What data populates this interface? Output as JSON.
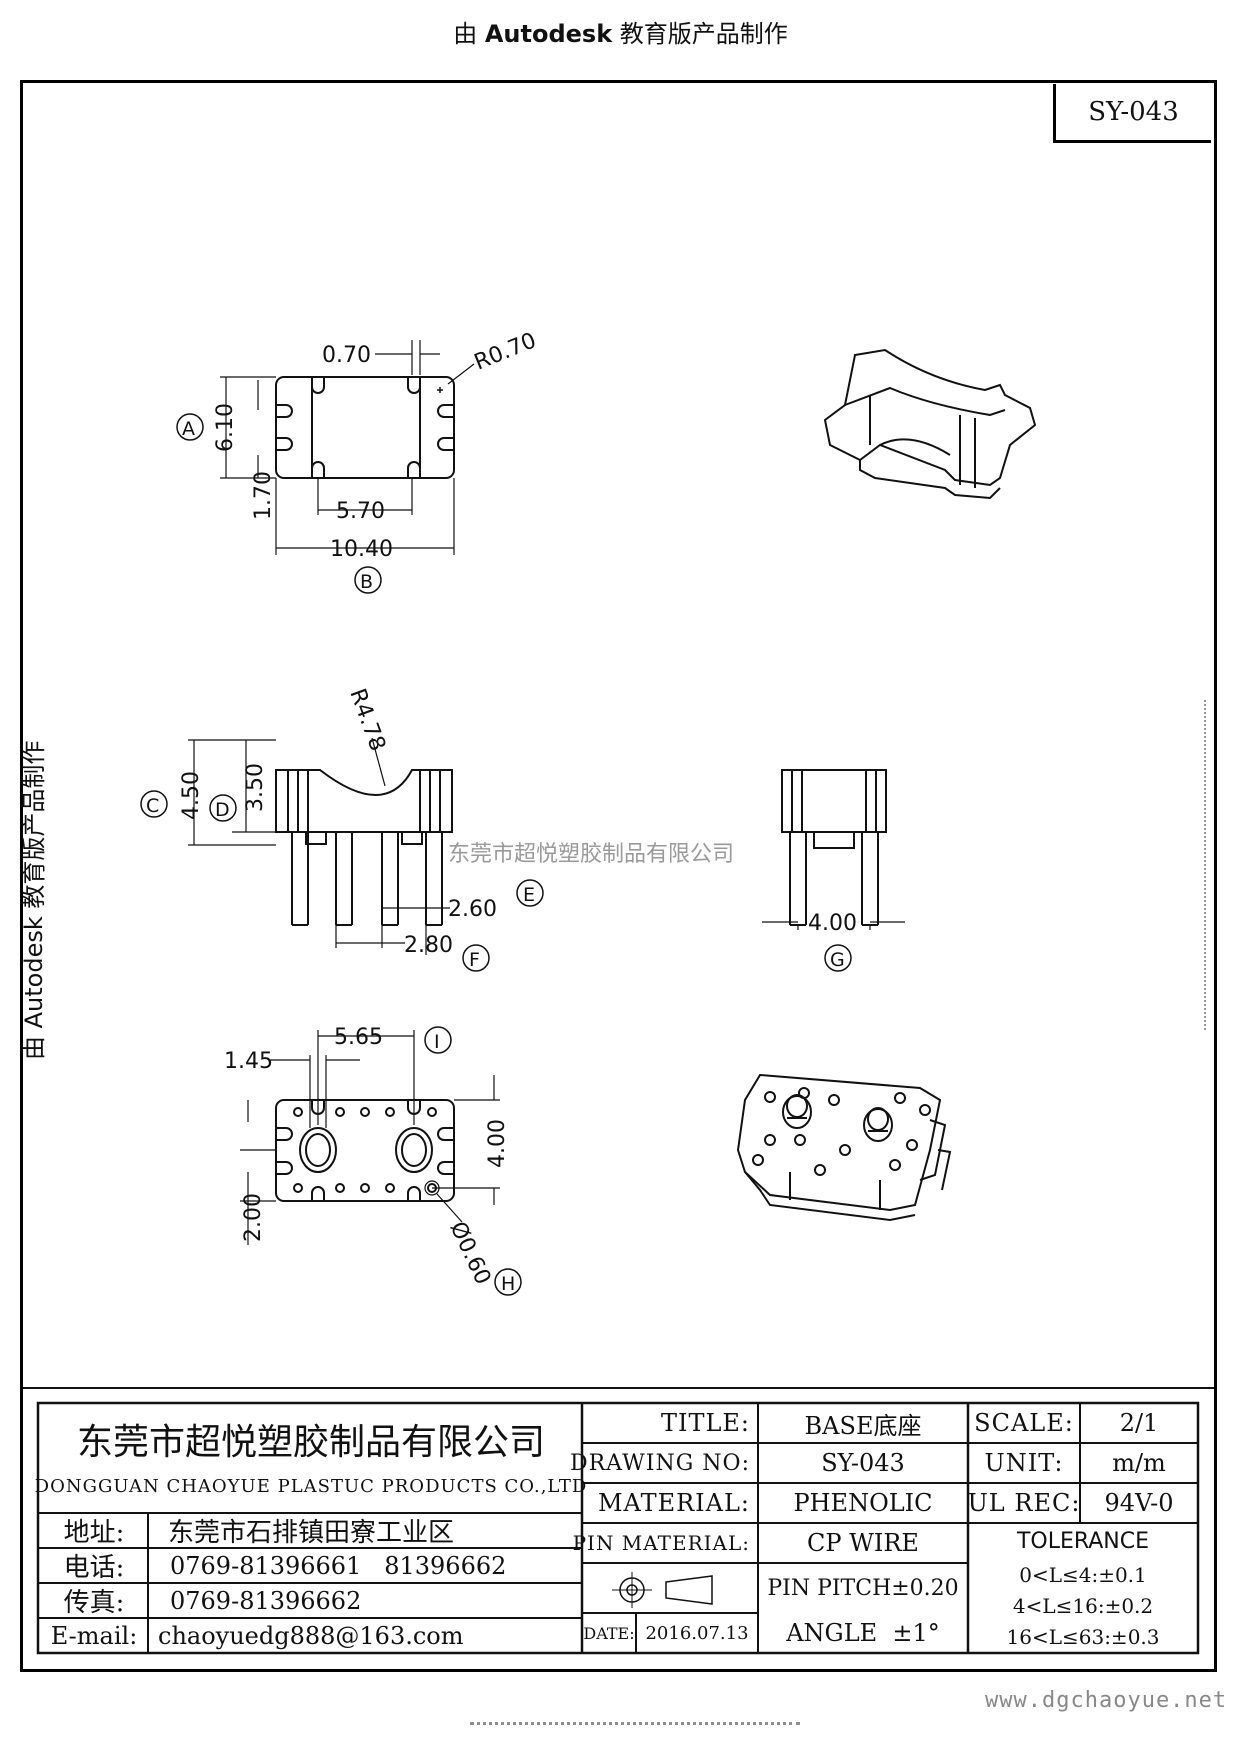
{
  "watermark": {
    "top_prefix": "由",
    "top_brand": "Autodesk",
    "top_suffix": "教育版产品制作",
    "left_text": "由 Autodesk 教育版产品制作",
    "center_text": "东莞市超悦塑胶制品有限公司",
    "website": "www.dgchaoyue.net"
  },
  "part_number": "SY-043",
  "dimensions": {
    "top_view": {
      "d1": "0.70",
      "d2": "R0.70",
      "d3": "6.10",
      "d4": "1.70",
      "d5": "5.70",
      "d6": "10.40",
      "mark_a": "A",
      "mark_b": "B"
    },
    "front_view": {
      "d1": "R4.78",
      "d2": "4.50",
      "d3": "3.50",
      "d4": "2.60",
      "d5": "2.80",
      "mark_c": "C",
      "mark_d": "D",
      "mark_e": "E",
      "mark_f": "F"
    },
    "side_view": {
      "d1": "4.00",
      "mark_g": "G"
    },
    "bottom_view": {
      "d1": "5.65",
      "d2": "1.45",
      "d3": "4.00",
      "d4": "2.00",
      "d5": "Ø0.60",
      "mark_h": "H",
      "mark_i": "I"
    }
  },
  "title_block": {
    "company_cn": "东莞市超悦塑胶制品有限公司",
    "company_en": "DONGGUAN CHAOYUE PLASTUC PRODUCTS CO.,LTD",
    "address_label": "地址:",
    "address_value": "东莞市石排镇田寮工业区",
    "phone_label": "电话:",
    "phone_value": "0769-81396661   81396662",
    "fax_label": "传真:",
    "fax_value": "0769-81396662",
    "email_label": "E-mail:",
    "email_value": "chaoyuedg888@163.com",
    "title_label": "TITLE:",
    "title_value": "BASE底座",
    "drawing_label": "DRAWING NO:",
    "drawing_value": "SY-043",
    "material_label": "MATERIAL:",
    "material_value": "PHENOLIC",
    "pin_material_label": "PIN MATERIAL:",
    "pin_material_value": "CP WIRE",
    "date_label": "DATE:",
    "date_value": "2016.07.13",
    "pin_pitch": "PIN PITCH±0.20",
    "angle": "ANGLE  ±1°",
    "scale_label": "SCALE:",
    "scale_value": "2/1",
    "unit_label": "UNIT:",
    "unit_value": "m/m",
    "ul_label": "UL REC:",
    "ul_value": "94V-0",
    "tolerance_label": "TOLERANCE",
    "tolerance_1": "0<L≤4:±0.1",
    "tolerance_2": "4<L≤16:±0.2",
    "tolerance_3": "16<L≤63:±0.3"
  }
}
